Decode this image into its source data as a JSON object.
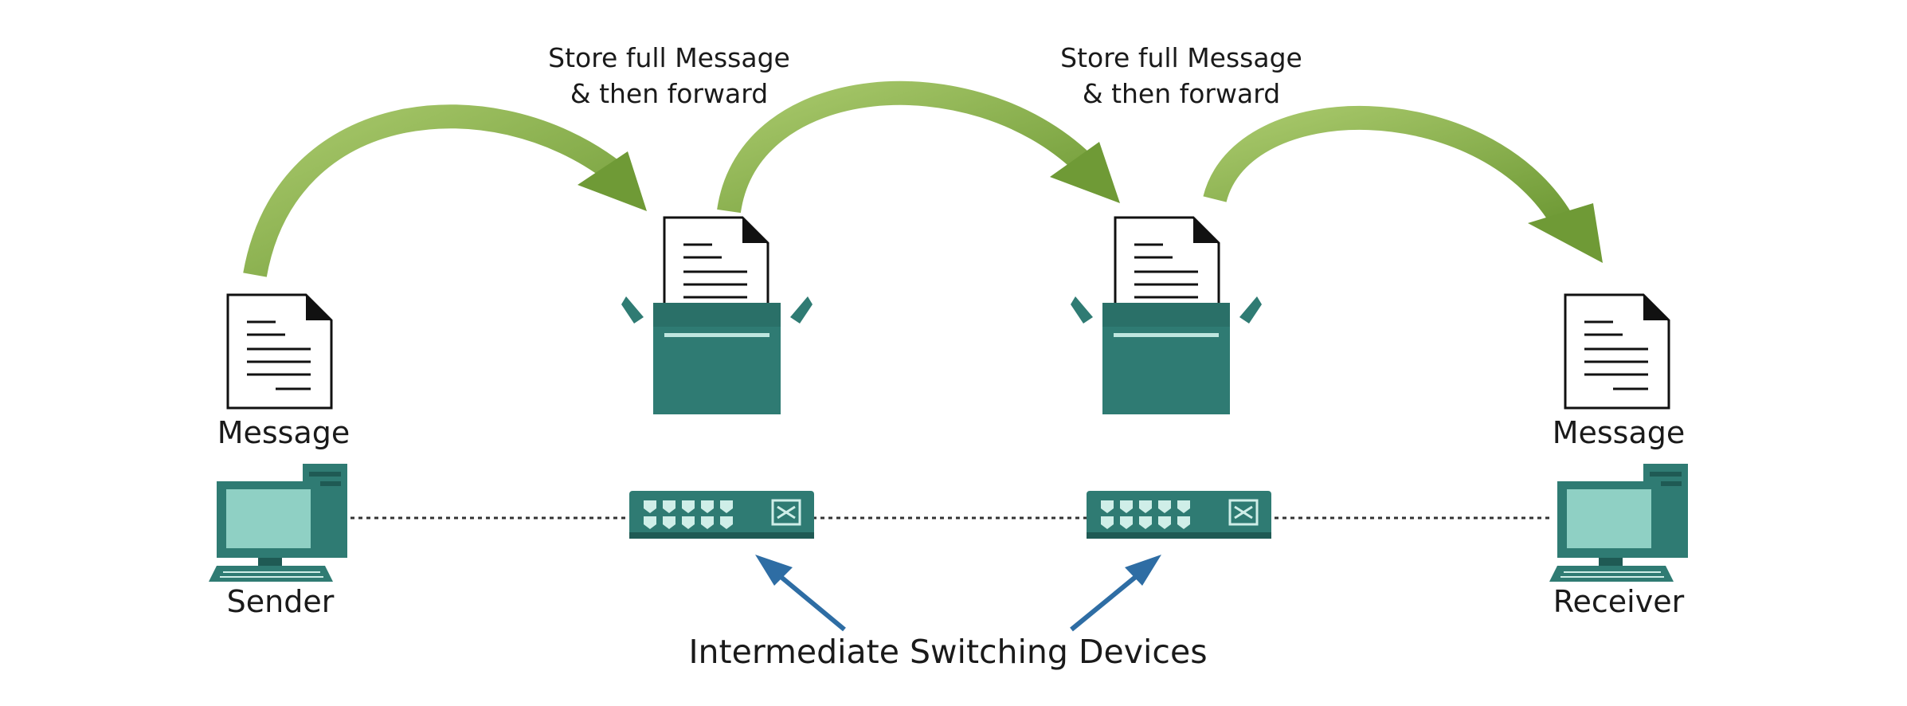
{
  "labels": {
    "store_line1": "Store full Message",
    "store_line2": "& then forward",
    "message_left": "Message",
    "message_right": "Message",
    "sender": "Sender",
    "receiver": "Receiver",
    "switching_devices": "Intermediate Switching Devices"
  },
  "colors": {
    "teal": "#2f7b73",
    "teal_dark": "#1f5a54",
    "teal_light": "#8fd0c4",
    "green_arrow": "#7aa33f",
    "green_arrow_light": "#a9c96c",
    "blue_arrow": "#2e6da4",
    "link_line": "#333333"
  },
  "icons": [
    "document-icon",
    "store-box-icon",
    "switch-icon",
    "computer-icon",
    "curved-forward-arrow",
    "pointer-arrow"
  ]
}
